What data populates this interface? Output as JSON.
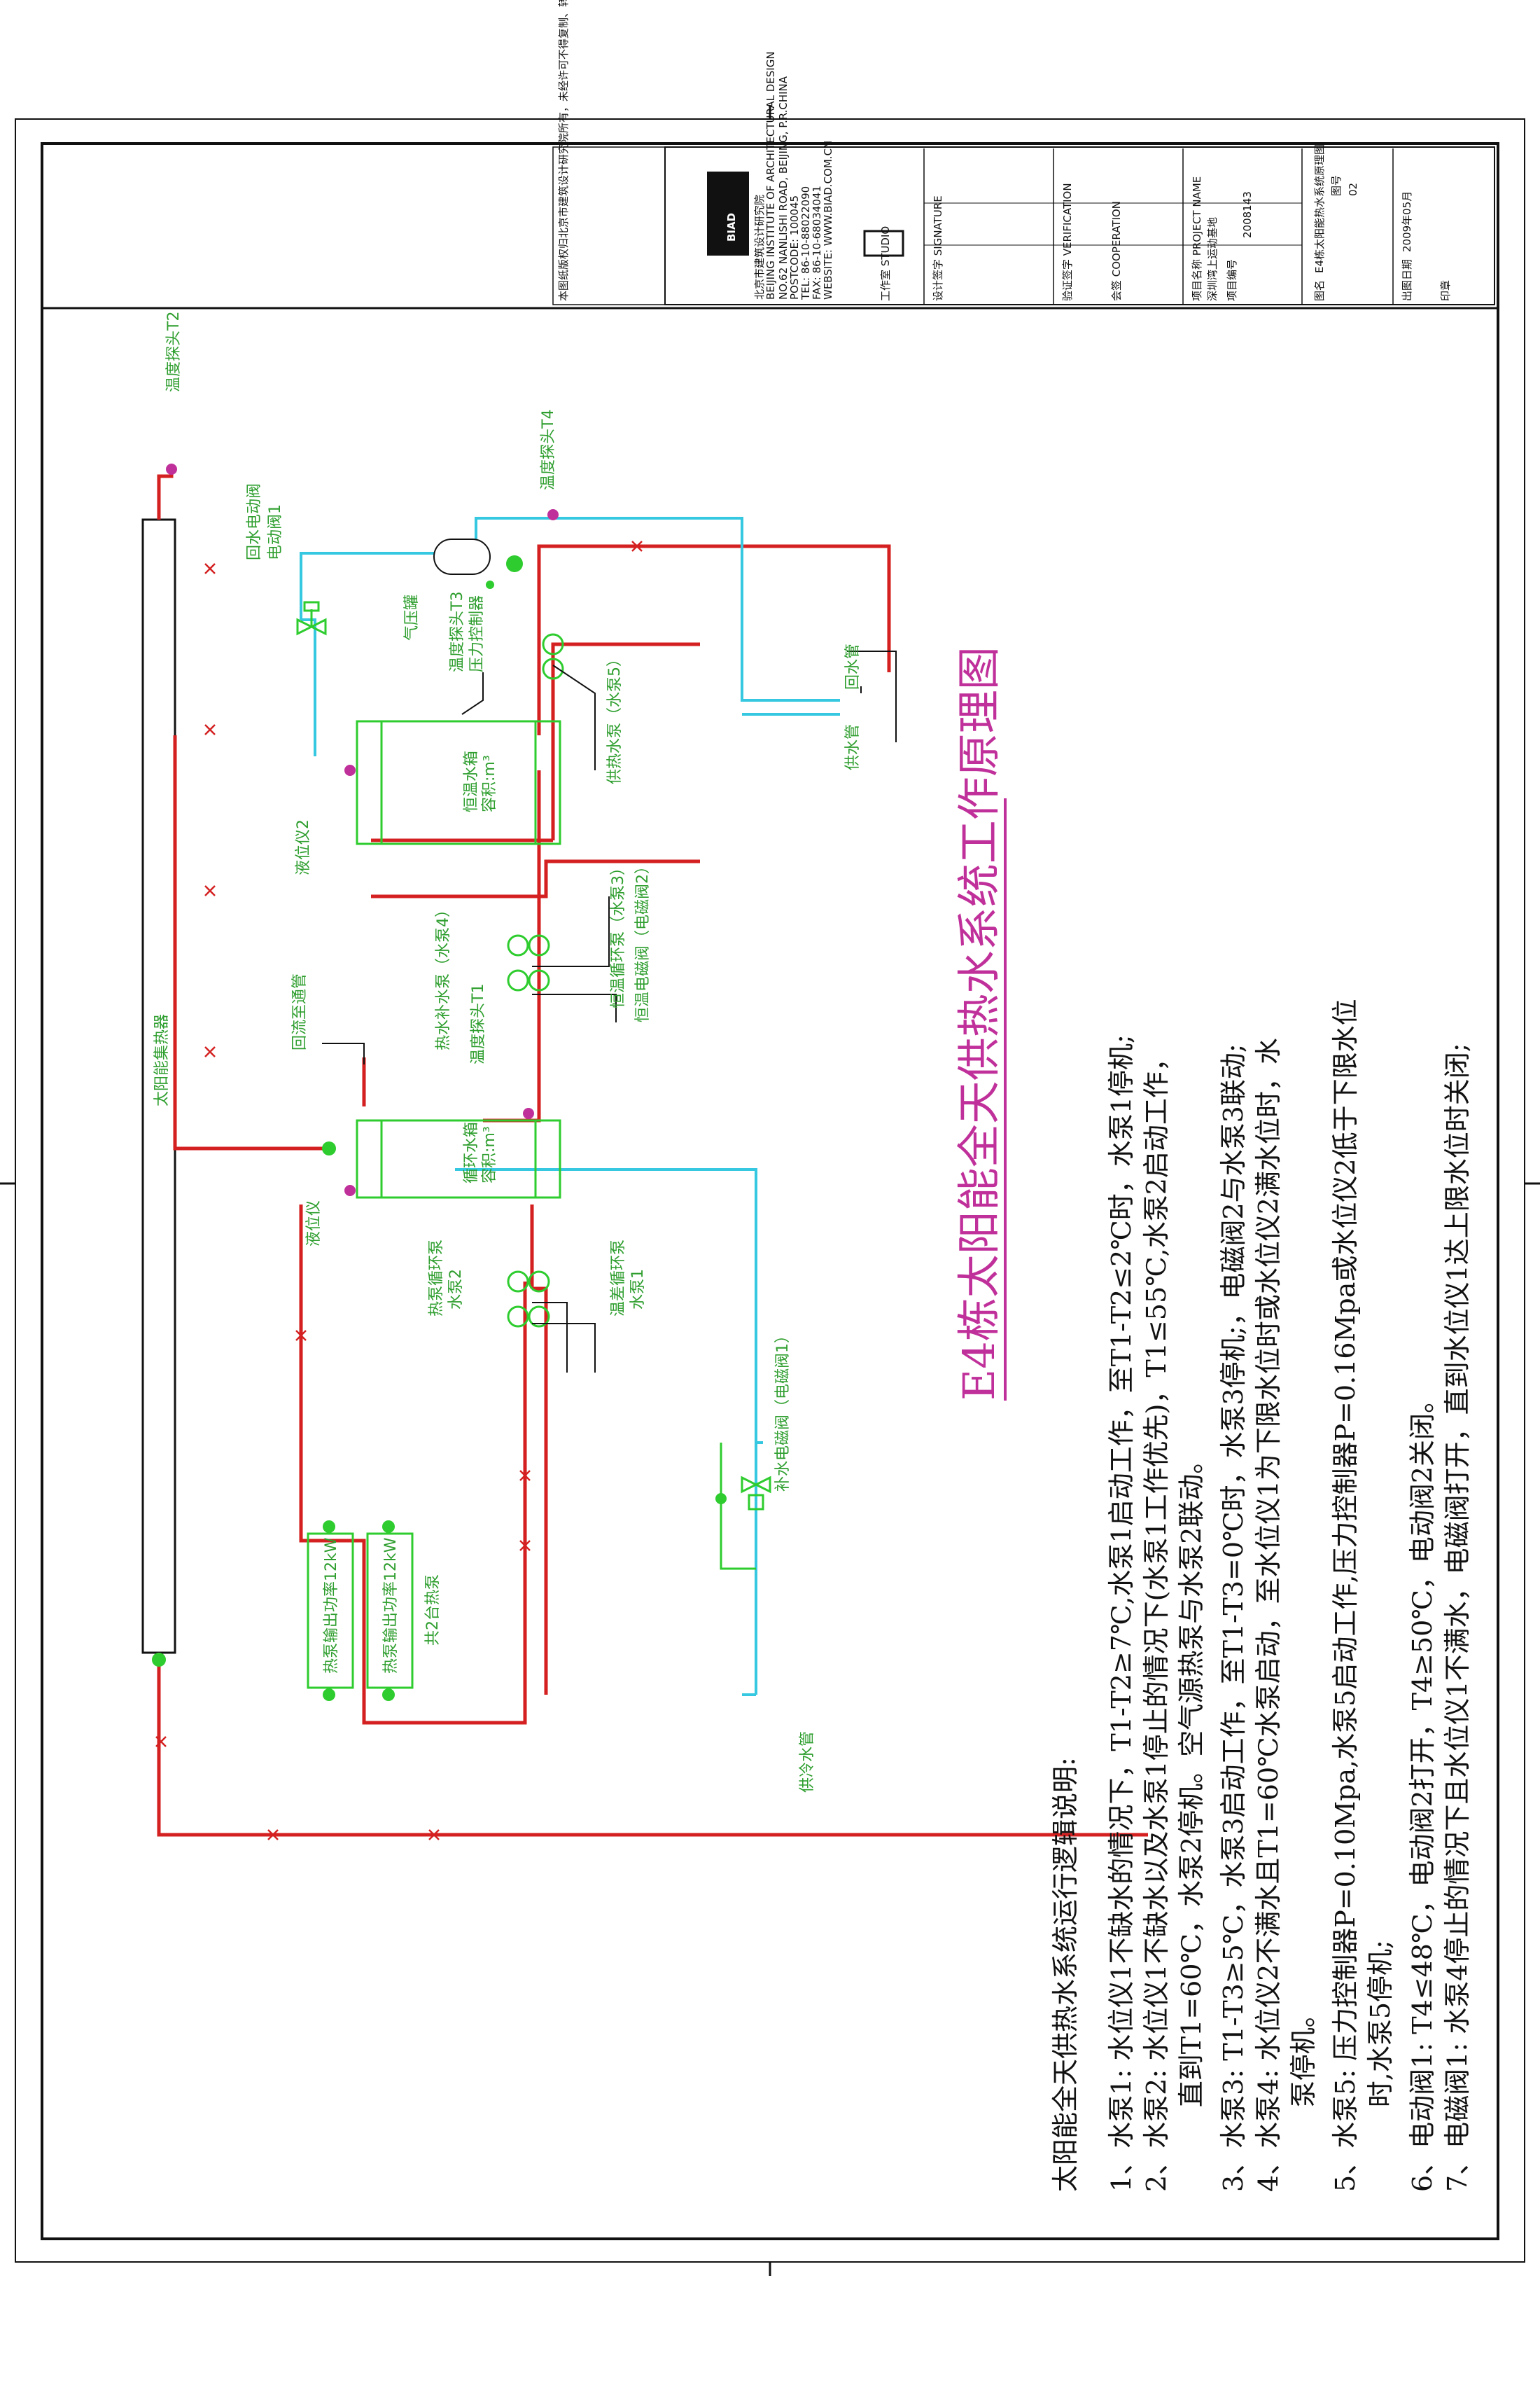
{
  "drawing": {
    "title": "E4栋太阳能全天供热水系统工作原理图",
    "colors": {
      "hot_pipe": "#d42020",
      "cold_pipe": "#35c8e0",
      "equipment": "#2ecc2e",
      "title": "#c0309a"
    }
  },
  "labels": {
    "solar_collector": "太阳能集热器",
    "temp_probe_t2": "温度探头T2",
    "temp_probe_t4": "温度探头T4",
    "temp_probe_t1": "温度探头T1",
    "temp_probe_t3": "温度探头T3",
    "return_valve": "回水电动阀",
    "return_valve_2": "电动阀1",
    "expansion_tank": "气压罐",
    "pressure_controller": "压力控制器",
    "const_tank": "恒温水箱",
    "const_tank_cap": "容积:m³",
    "cycle_tank": "循环水箱",
    "cycle_tank_cap": "容积:m³",
    "level_gauge_2": "液位仪2",
    "level_gauge_1": "液位仪",
    "supply_pump": "供热水泵（水泵5）",
    "supply_pipe": "供水管",
    "return_pipe": "回水管",
    "const_cycle_pump": "恒温循环泵（水泵3）",
    "const_solenoid": "恒温电磁阀（电磁阀2）",
    "heat_pump_circ": "热水补水泵（水泵4）",
    "return_main": "回流至通管",
    "hp_pump_2": "热泵循环泵",
    "hp_pump_2b": "水泵2",
    "temp_cycle_pump": "温差循环泵",
    "temp_cycle_pump_b": "水泵1",
    "makeup_solenoid": "补水电磁阀（电磁阀1）",
    "cold_water_in": "供冷水管",
    "heat_pump_a": "热泵输出功率12kW",
    "heat_pump_b": "热泵输出功率12kW",
    "heat_pump_total": "共2台热泵"
  },
  "notes": {
    "heading": "太阳能全天供热水系统运行逻辑说明:",
    "items": [
      "1、水泵1:  水位仪1不缺水的情况下，T1-T2≥7℃,水泵1启动工作，至T1-T2≤2℃时，水泵1停机;",
      "2、水泵2:  水位仪1不缺水以及水泵1停止的情况下(水泵1工作优先)，T1≤55℃,水泵2启动工作，",
      "          直到T1=60℃，水泵2停机。空气源热泵与水泵2联动。",
      "3、水泵3:  T1-T3≥5℃，水泵3启动工作，至T1-T3=0℃时，水泵3停机;，电磁阀2与水泵3联动;",
      "4、水泵4:  水位仪2不满水且T1=60℃水泵启动，至水位仪1为下限水位时或水位仪2满水位时，水",
      "          泵停机。",
      "5、水泵5:  压力控制器P=0.10Mpa,水泵5启动工作,压力控制器P=0.16Mpa或水位仪2低于下限水位",
      "          时,水泵5停机;",
      "6、电动阀1:  T4≤48℃，电动阀2打开，T4≥50℃，电动阀2关闭。",
      "7、电磁阀1:  水泵4停止的情况下且水位仪1不满水，电磁阀打开，直到水位仪1达上限水位时关闭;"
    ]
  },
  "title_block": {
    "institute_cn": "北京市建筑设计研究院",
    "institute_en": "BEIJING INSTITUTE OF ARCHITECTURAL DESIGN",
    "logo": "BIAD",
    "address": "NO.62 NANLISHI ROAD, BEIJING, P.R.CHINA",
    "postcode": "POSTCODE: 100045",
    "tel": "TEL: 86-10-88022090",
    "fax": "FAX: 86-10-68034041",
    "website": "WEBSITE: WWW.BIAD.COM.CN",
    "studio": "工作室 STUDIO",
    "design_label": "设计签字 SIGNATURE",
    "verify_label": "验证签字 VERIFICATION",
    "coop_label": "会签 COOPERATION",
    "project_name_label": "项目名称 PROJECT NAME",
    "project_name": "深圳湾上运动基地",
    "project_no_label": "项目编号",
    "project_no": "2008143",
    "drawing_name_label": "图名",
    "drawing_name": "E4栋太阳能热水系统原理图",
    "date_label": "出图日期",
    "date": "2009年05月",
    "sheet": "图号",
    "sheet_no": "02",
    "stamp": "印章",
    "notice": "本图纸版权归北京市建筑设计研究院所有，未经许可不得复制、转让或用于其他工程。"
  }
}
